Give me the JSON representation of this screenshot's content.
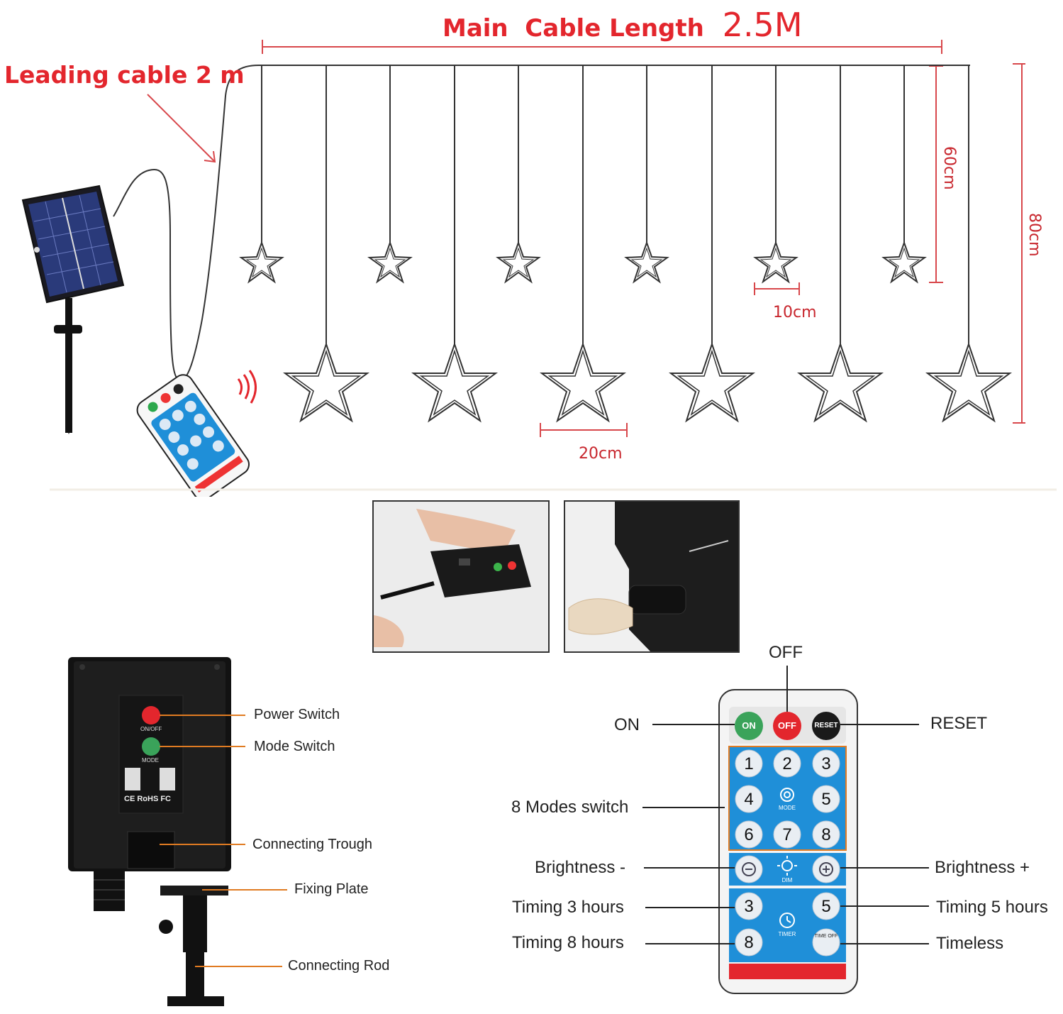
{
  "header": {
    "main_cable_prefix": "Main  Cable Length",
    "main_cable_value": "2.5M",
    "leading_cable": "Leading cable 2 m"
  },
  "dimensions": {
    "drop_short": "60cm",
    "drop_long": "80cm",
    "small_star": "10cm",
    "large_star": "20cm"
  },
  "controller": {
    "power_switch": "Power Switch",
    "mode_switch": "Mode Switch",
    "connecting_trough": "Connecting Trough",
    "fixing_plate": "Fixing Plate",
    "connecting_rod": "Connecting Rod",
    "onoff_label": "ON/OFF",
    "mode_label": "MODE",
    "cert_marks": "CE RoHS FC"
  },
  "remote": {
    "off_label": "OFF",
    "on_label": "ON",
    "reset_label": "RESET",
    "modes_label": "8 Modes switch",
    "brightness_minus": "Brightness -",
    "brightness_plus": "Brightness +",
    "timing_3": "Timing 3 hours",
    "timing_5": "Timing 5 hours",
    "timing_8": "Timing 8 hours",
    "timeless": "Timeless",
    "btn_on": "ON",
    "btn_off": "OFF",
    "btn_reset": "RESET",
    "keys": [
      "1",
      "2",
      "3",
      "4",
      "5",
      "6",
      "7",
      "8"
    ],
    "timer_keys": [
      "3",
      "5",
      "8"
    ],
    "mode_center": "MODE",
    "dim_center": "DIM",
    "timer_center": "TIMER",
    "time_off": "TIME OFF"
  },
  "colors": {
    "accent_red": "#e3262d",
    "dim_red": "#c8262d",
    "remote_blue": "#1f8fd8",
    "leader_orange": "#e07b22"
  }
}
